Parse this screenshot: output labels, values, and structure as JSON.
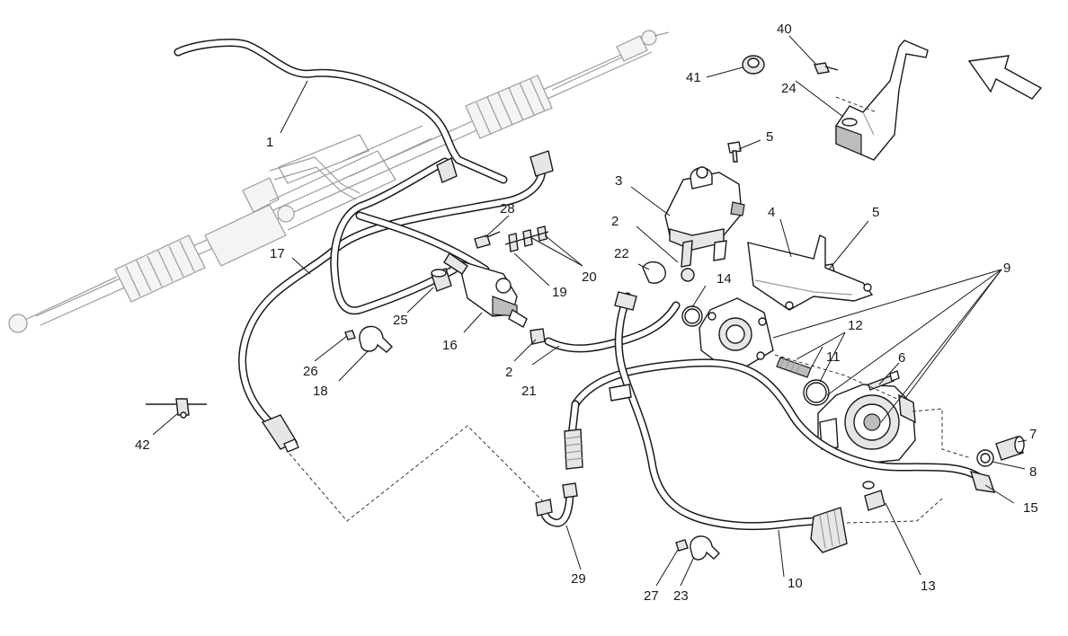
{
  "callouts": [
    {
      "id": "1",
      "text": "1"
    },
    {
      "id": "2a",
      "text": "2"
    },
    {
      "id": "2b",
      "text": "2"
    },
    {
      "id": "3",
      "text": "3"
    },
    {
      "id": "4",
      "text": "4"
    },
    {
      "id": "5a",
      "text": "5"
    },
    {
      "id": "5b",
      "text": "5"
    },
    {
      "id": "6",
      "text": "6"
    },
    {
      "id": "7",
      "text": "7"
    },
    {
      "id": "8",
      "text": "8"
    },
    {
      "id": "9",
      "text": "9"
    },
    {
      "id": "10",
      "text": "10"
    },
    {
      "id": "11",
      "text": "11"
    },
    {
      "id": "12",
      "text": "12"
    },
    {
      "id": "13",
      "text": "13"
    },
    {
      "id": "14",
      "text": "14"
    },
    {
      "id": "15",
      "text": "15"
    },
    {
      "id": "16",
      "text": "16"
    },
    {
      "id": "17",
      "text": "17"
    },
    {
      "id": "18",
      "text": "18"
    },
    {
      "id": "19",
      "text": "19"
    },
    {
      "id": "20",
      "text": "20"
    },
    {
      "id": "21",
      "text": "21"
    },
    {
      "id": "22",
      "text": "22"
    },
    {
      "id": "23",
      "text": "23"
    },
    {
      "id": "24",
      "text": "24"
    },
    {
      "id": "25",
      "text": "25"
    },
    {
      "id": "26",
      "text": "26"
    },
    {
      "id": "27",
      "text": "27"
    },
    {
      "id": "28",
      "text": "28"
    },
    {
      "id": "29",
      "text": "29"
    },
    {
      "id": "40",
      "text": "40"
    },
    {
      "id": "41",
      "text": "41"
    },
    {
      "id": "42",
      "text": "42"
    }
  ],
  "direction_arrow": "arrow-up-left-icon"
}
